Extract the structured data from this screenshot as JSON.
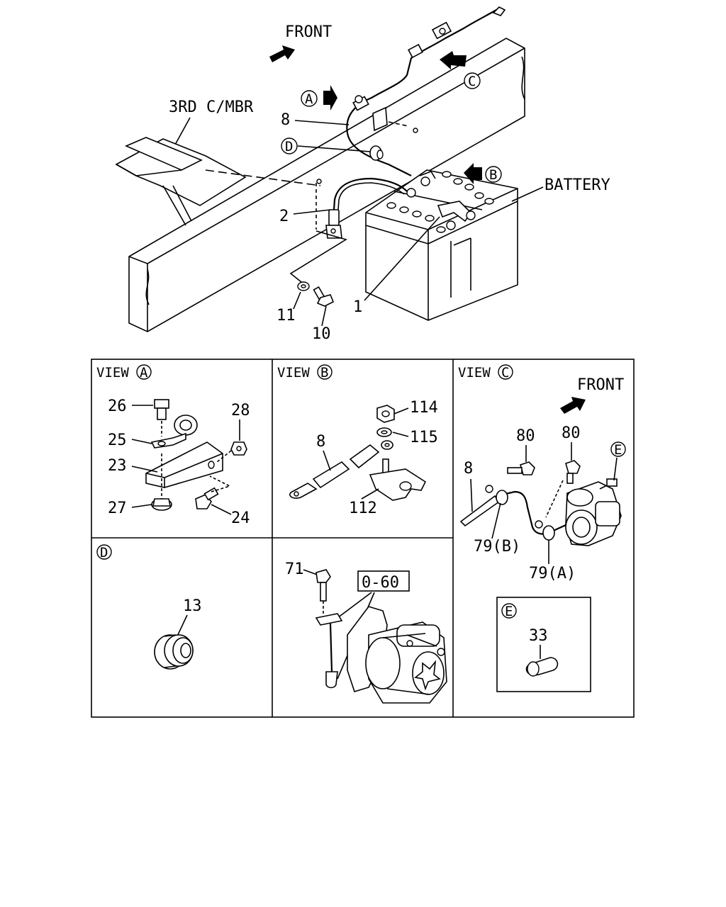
{
  "main_view": {
    "front_label": "FRONT",
    "crossmember_label": "3RD C/MBR",
    "battery_label": "BATTERY",
    "view_refs": {
      "a": "A",
      "b": "B",
      "c": "C",
      "d": "D"
    },
    "callouts": {
      "p8": "8",
      "p2": "2",
      "p1": "1",
      "p11": "11",
      "p10": "10"
    }
  },
  "panels": {
    "view_a": {
      "title": "VIEW",
      "letter": "A",
      "callouts": {
        "p26": "26",
        "p25": "25",
        "p23": "23",
        "p27": "27",
        "p28": "28",
        "p24": "24"
      }
    },
    "view_b": {
      "title": "VIEW",
      "letter": "B",
      "callouts": {
        "p114": "114",
        "p115": "115",
        "p8": "8",
        "p112": "112"
      }
    },
    "view_c": {
      "title": "VIEW",
      "letter": "C",
      "front_label": "FRONT",
      "callouts": {
        "p80a": "80",
        "p80b": "80",
        "p8": "8",
        "p79b": "79(B)",
        "p79a": "79(A)",
        "e_ref": "E"
      }
    },
    "view_d": {
      "letter": "D",
      "callouts": {
        "p13": "13"
      }
    },
    "view_starter": {
      "ref_box": "0-60",
      "callouts": {
        "p71": "71"
      }
    },
    "view_e": {
      "letter": "E",
      "callouts": {
        "p33": "33"
      }
    }
  }
}
